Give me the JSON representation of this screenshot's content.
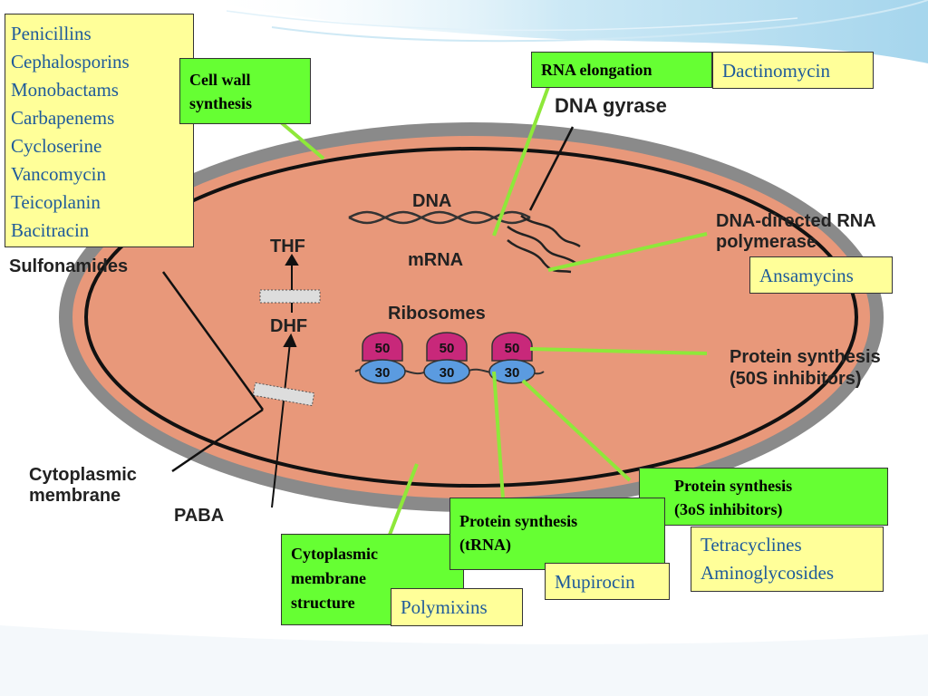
{
  "cell_diagram": {
    "labels": {
      "dna_gyrase": "DNA gyrase",
      "dna": "DNA",
      "mrna": "mRNA",
      "thf": "THF",
      "dhf": "DHF",
      "ribosomes": "Ribosomes",
      "sulfonamides": "Sulfonamides",
      "dna_directed_rna_line1": "DNA-directed RNA",
      "dna_directed_rna_line2": "polymerase",
      "protein_synthesis_50s_line1": "Protein synthesis",
      "protein_synthesis_50s_line2": "(50S inhibitors)",
      "cytoplasmic_membrane_line1": "Cytoplasmic",
      "cytoplasmic_membrane_line2": "membrane",
      "paba": "PABA"
    },
    "ribosomes": [
      {
        "large": "50",
        "small": "30"
      },
      {
        "large": "50",
        "small": "30"
      },
      {
        "large": "50",
        "small": "30"
      }
    ]
  },
  "drug_boxes": {
    "cell_wall_drugs": [
      "Penicillins",
      "Cephalosporins",
      "Monobactams",
      "Carbapenems",
      "Cycloserine",
      "Vancomycin",
      "Teicoplanin",
      "Bacitracin"
    ],
    "dactinomycin": "Dactinomycin",
    "ansamycins": "Ansamycins",
    "ribosome_30s_drugs": [
      "Tetracyclines",
      "Aminoglycosides"
    ],
    "mupirocin": "Mupirocin",
    "polymixins": "Polymixins"
  },
  "target_boxes": {
    "cell_wall": [
      "Cell wall",
      "synthesis"
    ],
    "rna_elongation": "RNA elongation",
    "protein_30s": [
      "Protein synthesis",
      "(3oS inhibitors)"
    ],
    "protein_trna": [
      "Protein synthesis",
      "(tRNA)"
    ],
    "membrane_structure": [
      "Cytoplasmic",
      "membrane",
      "structure"
    ]
  },
  "colors": {
    "cytoplasm": "#e8987a",
    "cell_wall": "#8a8a8a",
    "membrane_line": "#111111",
    "ribosome_50s": "#c8287a",
    "ribosome_30s": "#5b9be0",
    "drug_box_fill": "#ffff99",
    "drug_text": "#1f5b9a",
    "target_box_fill": "#66ff33",
    "connector": "#8ee83a"
  }
}
